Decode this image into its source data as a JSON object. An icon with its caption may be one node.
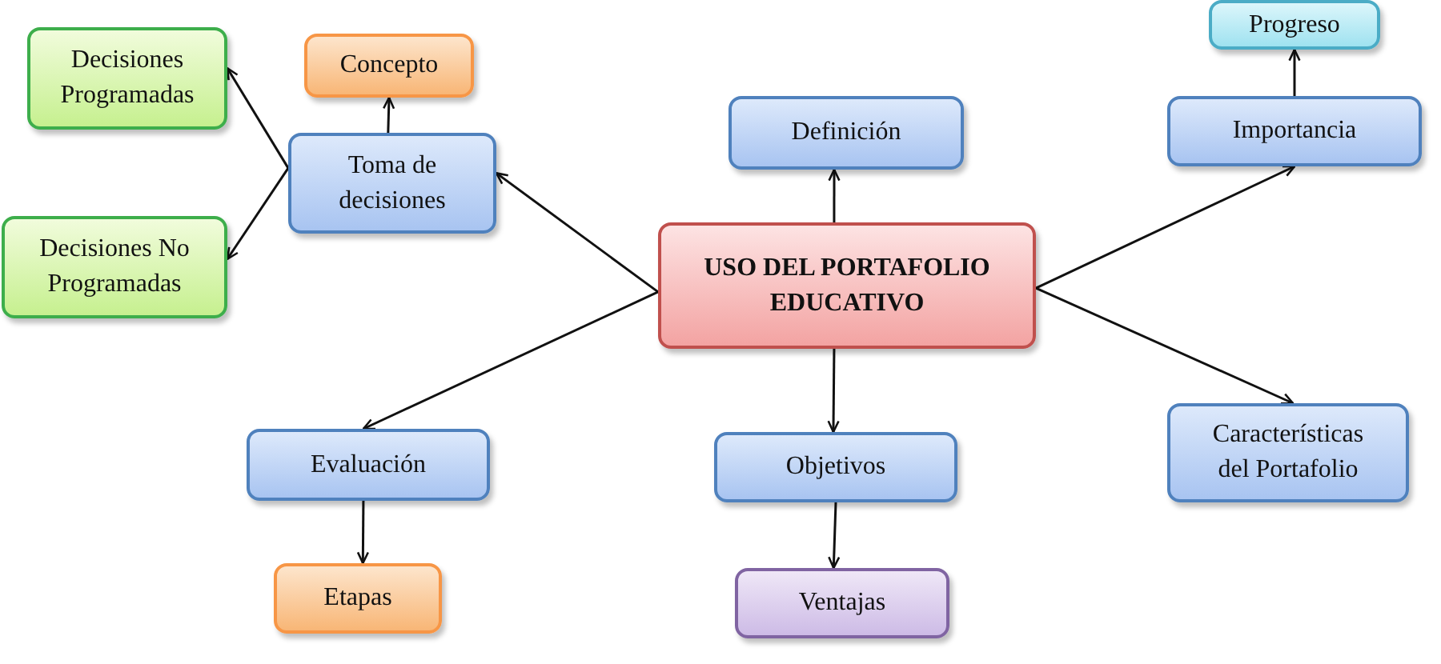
{
  "diagram": {
    "nodes": [
      {
        "text": [
          "USO DEL PORTAFOLIO EDUCATIVO"
        ]
      },
      {
        "text": [
          "Definición"
        ]
      },
      {
        "text": [
          "Toma de decisiones"
        ]
      },
      {
        "text": [
          "Concepto"
        ]
      },
      {
        "text": [
          "Decisiones Programadas"
        ]
      },
      {
        "text": [
          "Decisiones No Programadas"
        ]
      },
      {
        "text": [
          "Importancia"
        ]
      },
      {
        "text": [
          "Progreso"
        ]
      },
      {
        "text": [
          "Evaluación"
        ]
      },
      {
        "text": [
          "Etapas"
        ]
      },
      {
        "text": [
          "Objetivos"
        ]
      },
      {
        "text": [
          "Ventajas"
        ]
      },
      {
        "text": [
          "Características del Portafolio"
        ]
      }
    ],
    "edges": [
      {
        "from": 0,
        "to": 1,
        "arrow": "to"
      },
      {
        "from": 0,
        "to": 2,
        "arrow": "to"
      },
      {
        "from": 2,
        "to": 3,
        "arrow": "to"
      },
      {
        "from": 2,
        "to": 4,
        "arrow": "to"
      },
      {
        "from": 2,
        "to": 5,
        "arrow": "to"
      },
      {
        "from": 0,
        "to": 6,
        "arrow": "to"
      },
      {
        "from": 6,
        "to": 7,
        "arrow": "to"
      },
      {
        "from": 0,
        "to": 8,
        "arrow": "to"
      },
      {
        "from": 8,
        "to": 9,
        "arrow": "to"
      },
      {
        "from": 0,
        "to": 10,
        "arrow": "to"
      },
      {
        "from": 10,
        "to": 11,
        "arrow": "to"
      },
      {
        "from": 0,
        "to": 12,
        "arrow": "to"
      }
    ]
  }
}
